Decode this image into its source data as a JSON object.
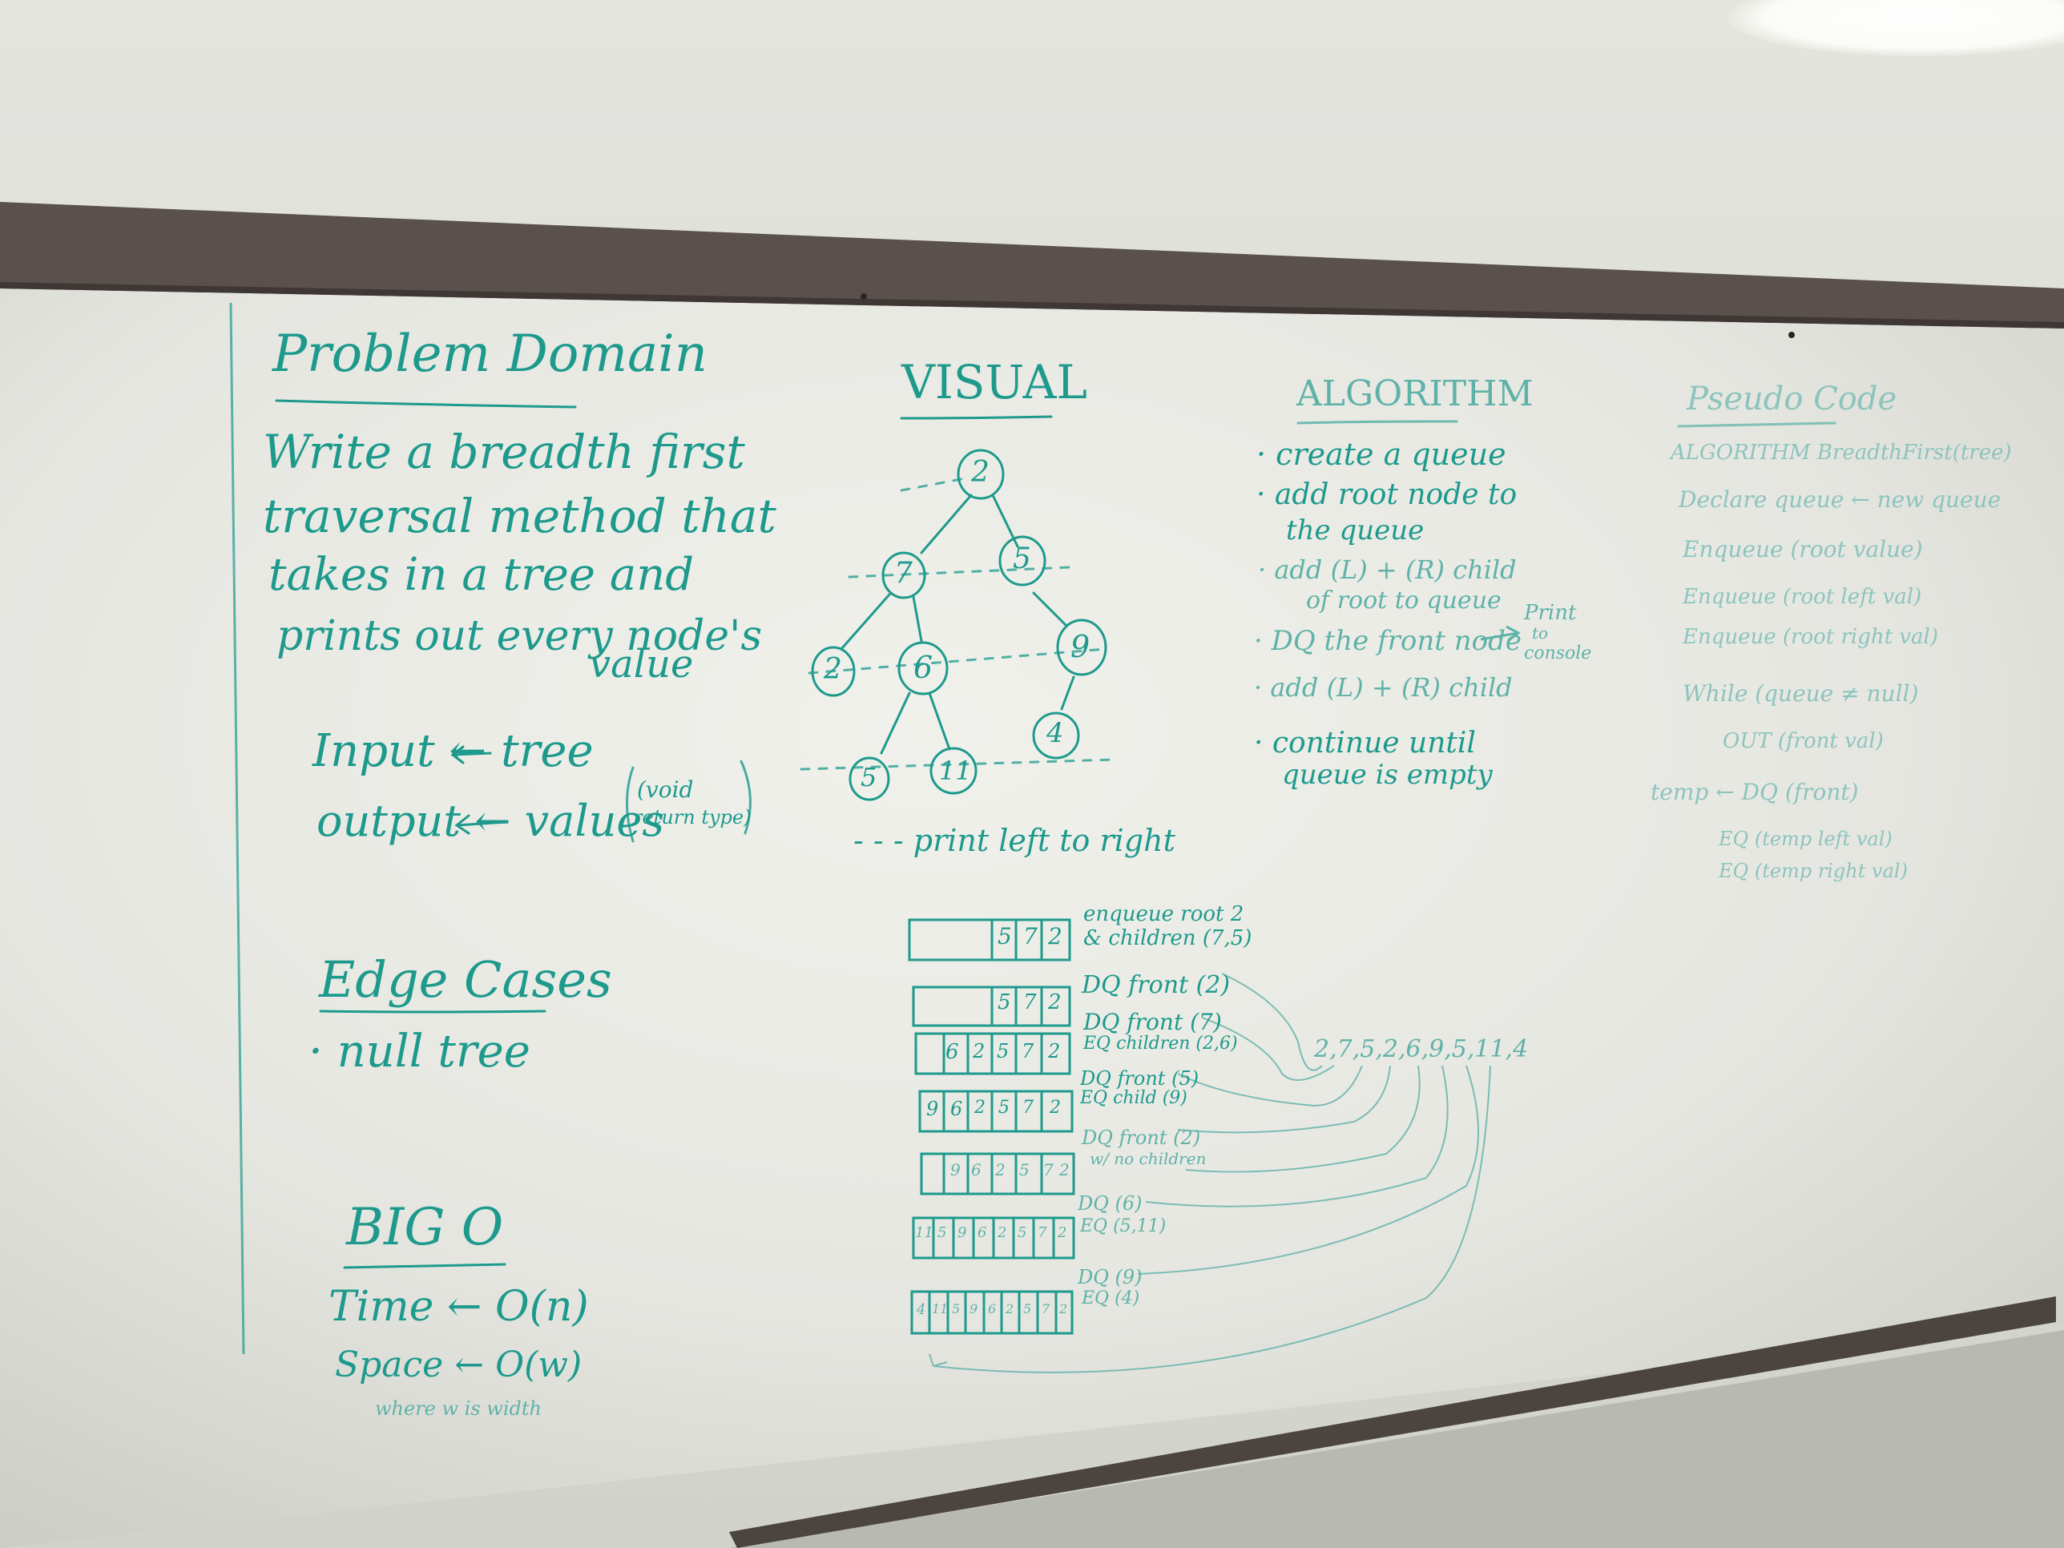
{
  "whiteboard": {
    "problem_domain": {
      "heading": "Problem Domain",
      "lines": [
        "Write a breadth first",
        "traversal method that",
        "takes in a tree and",
        "prints out every node's",
        "value"
      ],
      "input": "Input ← tree",
      "output": "output ← values",
      "output_note": [
        "(void",
        "return type)"
      ]
    },
    "edge_cases": {
      "heading": "Edge Cases",
      "items": [
        "· null tree"
      ]
    },
    "big_o": {
      "heading": "BIG O",
      "time": "Time ← O(n)",
      "space": "Space ← O(w)",
      "note": "where w is width"
    },
    "visual": {
      "heading": "VISUAL",
      "tree_nodes": [
        "2",
        "7",
        "5",
        "2",
        "6",
        "9",
        "5",
        "11",
        "4"
      ],
      "caption": "- - - print left to right",
      "queue_steps": [
        {
          "cells": [
            "5",
            "7",
            "2"
          ],
          "note": [
            "enqueue root 2",
            "& children (7,5)"
          ]
        },
        {
          "cells": [
            "5",
            "7",
            "2"
          ],
          "note": [
            "DQ front (2)"
          ]
        },
        {
          "cells": [
            "6",
            "2",
            "5",
            "7",
            "2"
          ],
          "note": [
            "DQ front (7)",
            "EQ children (2,6)"
          ]
        },
        {
          "cells": [
            "9",
            "6",
            "2",
            "5",
            "7",
            "2"
          ],
          "note": [
            "DQ front (5)",
            "EQ child (9)"
          ]
        },
        {
          "cells": [
            "9",
            "6",
            "2",
            "5",
            "7",
            "2"
          ],
          "note": [
            "DQ front (2)",
            "w/ no children"
          ]
        },
        {
          "cells": [
            "11",
            "5",
            "9",
            "6",
            "2",
            "5",
            "7",
            "2"
          ],
          "note": [
            "DQ (6)",
            "EQ (5,11)"
          ]
        },
        {
          "cells": [
            "4",
            "11",
            "5",
            "9",
            "6",
            "2",
            "5",
            "7",
            "2"
          ],
          "note": [
            "DQ (9)",
            "EQ (4)"
          ]
        }
      ],
      "output_sequence": "2,7,5,2,6,9,5,11,4"
    },
    "algorithm": {
      "heading": "ALGORITHM",
      "steps": [
        "· create a queue",
        "· add root node to",
        "the queue",
        "· add (L) + (R) child",
        "of root to queue",
        "· DQ the front node",
        "· add (L) + (R) child",
        "· continue until",
        "queue is empty"
      ],
      "side_note": [
        "Print",
        "to",
        "console"
      ]
    },
    "pseudo_code": {
      "heading": "Pseudo Code",
      "lines": [
        "ALGORITHM BreadthFirst(tree)",
        "Declare queue ← new queue",
        "Enqueue (root value)",
        "Enqueue (root left val)",
        "Enqueue (root right val)",
        "While (queue ≠ null)",
        "OUT (front val)",
        "temp ← DQ (front)",
        "EQ (temp left val)",
        "EQ (temp right val)"
      ]
    }
  },
  "colors": {
    "wall": "#dcdcd6",
    "board": "#eaeae5",
    "rail": "#5a504c",
    "ink": "#1d9a8c",
    "light": "#ffffff"
  }
}
